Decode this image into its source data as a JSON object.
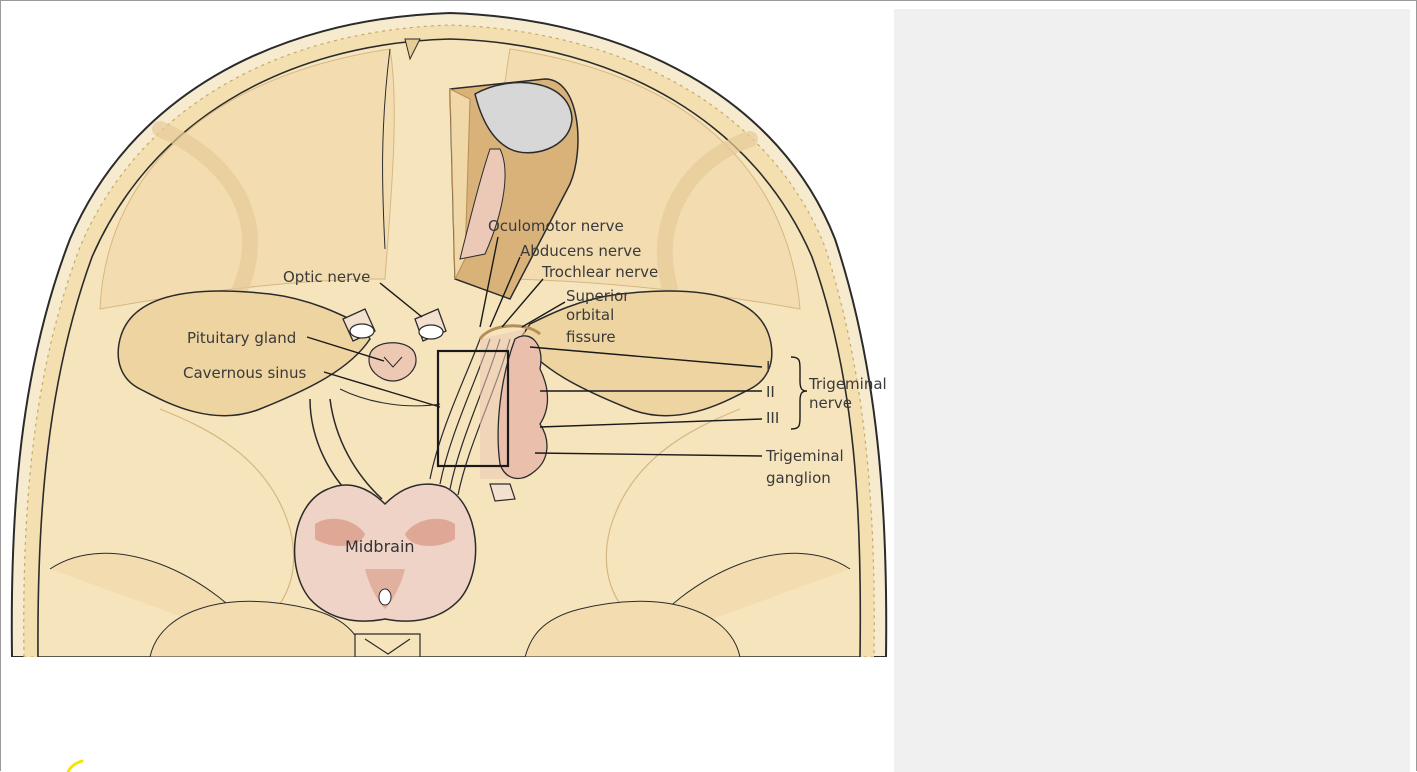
{
  "labels": {
    "oculomotor": "Oculomotor nerve",
    "abducens": "Abducens nerve",
    "trochlear": "Trochlear nerve",
    "superior_orbital_fissure": [
      "Superior",
      "orbital",
      "fissure"
    ],
    "optic": "Optic nerve",
    "pituitary": "Pituitary gland",
    "cavernous": "Cavernous sinus",
    "midbrain": "Midbrain",
    "trigeminal_branches": [
      "I",
      "II",
      "III"
    ],
    "trigeminal_nerve": [
      "Trigeminal",
      "nerve"
    ],
    "trigeminal_ganglion": [
      "Trigeminal",
      "ganglion"
    ]
  },
  "colors": {
    "bone": "#f5e2b8",
    "bone_dark": "#e8cc95",
    "outline": "#2b2b2b",
    "nerve": "#ecc9b7",
    "brain": "#eed3c6",
    "brain_dark": "#d99a86",
    "fossa": "#d9b27a",
    "eye": "#d7d7d7",
    "right_pane": "#f0f0f0"
  }
}
